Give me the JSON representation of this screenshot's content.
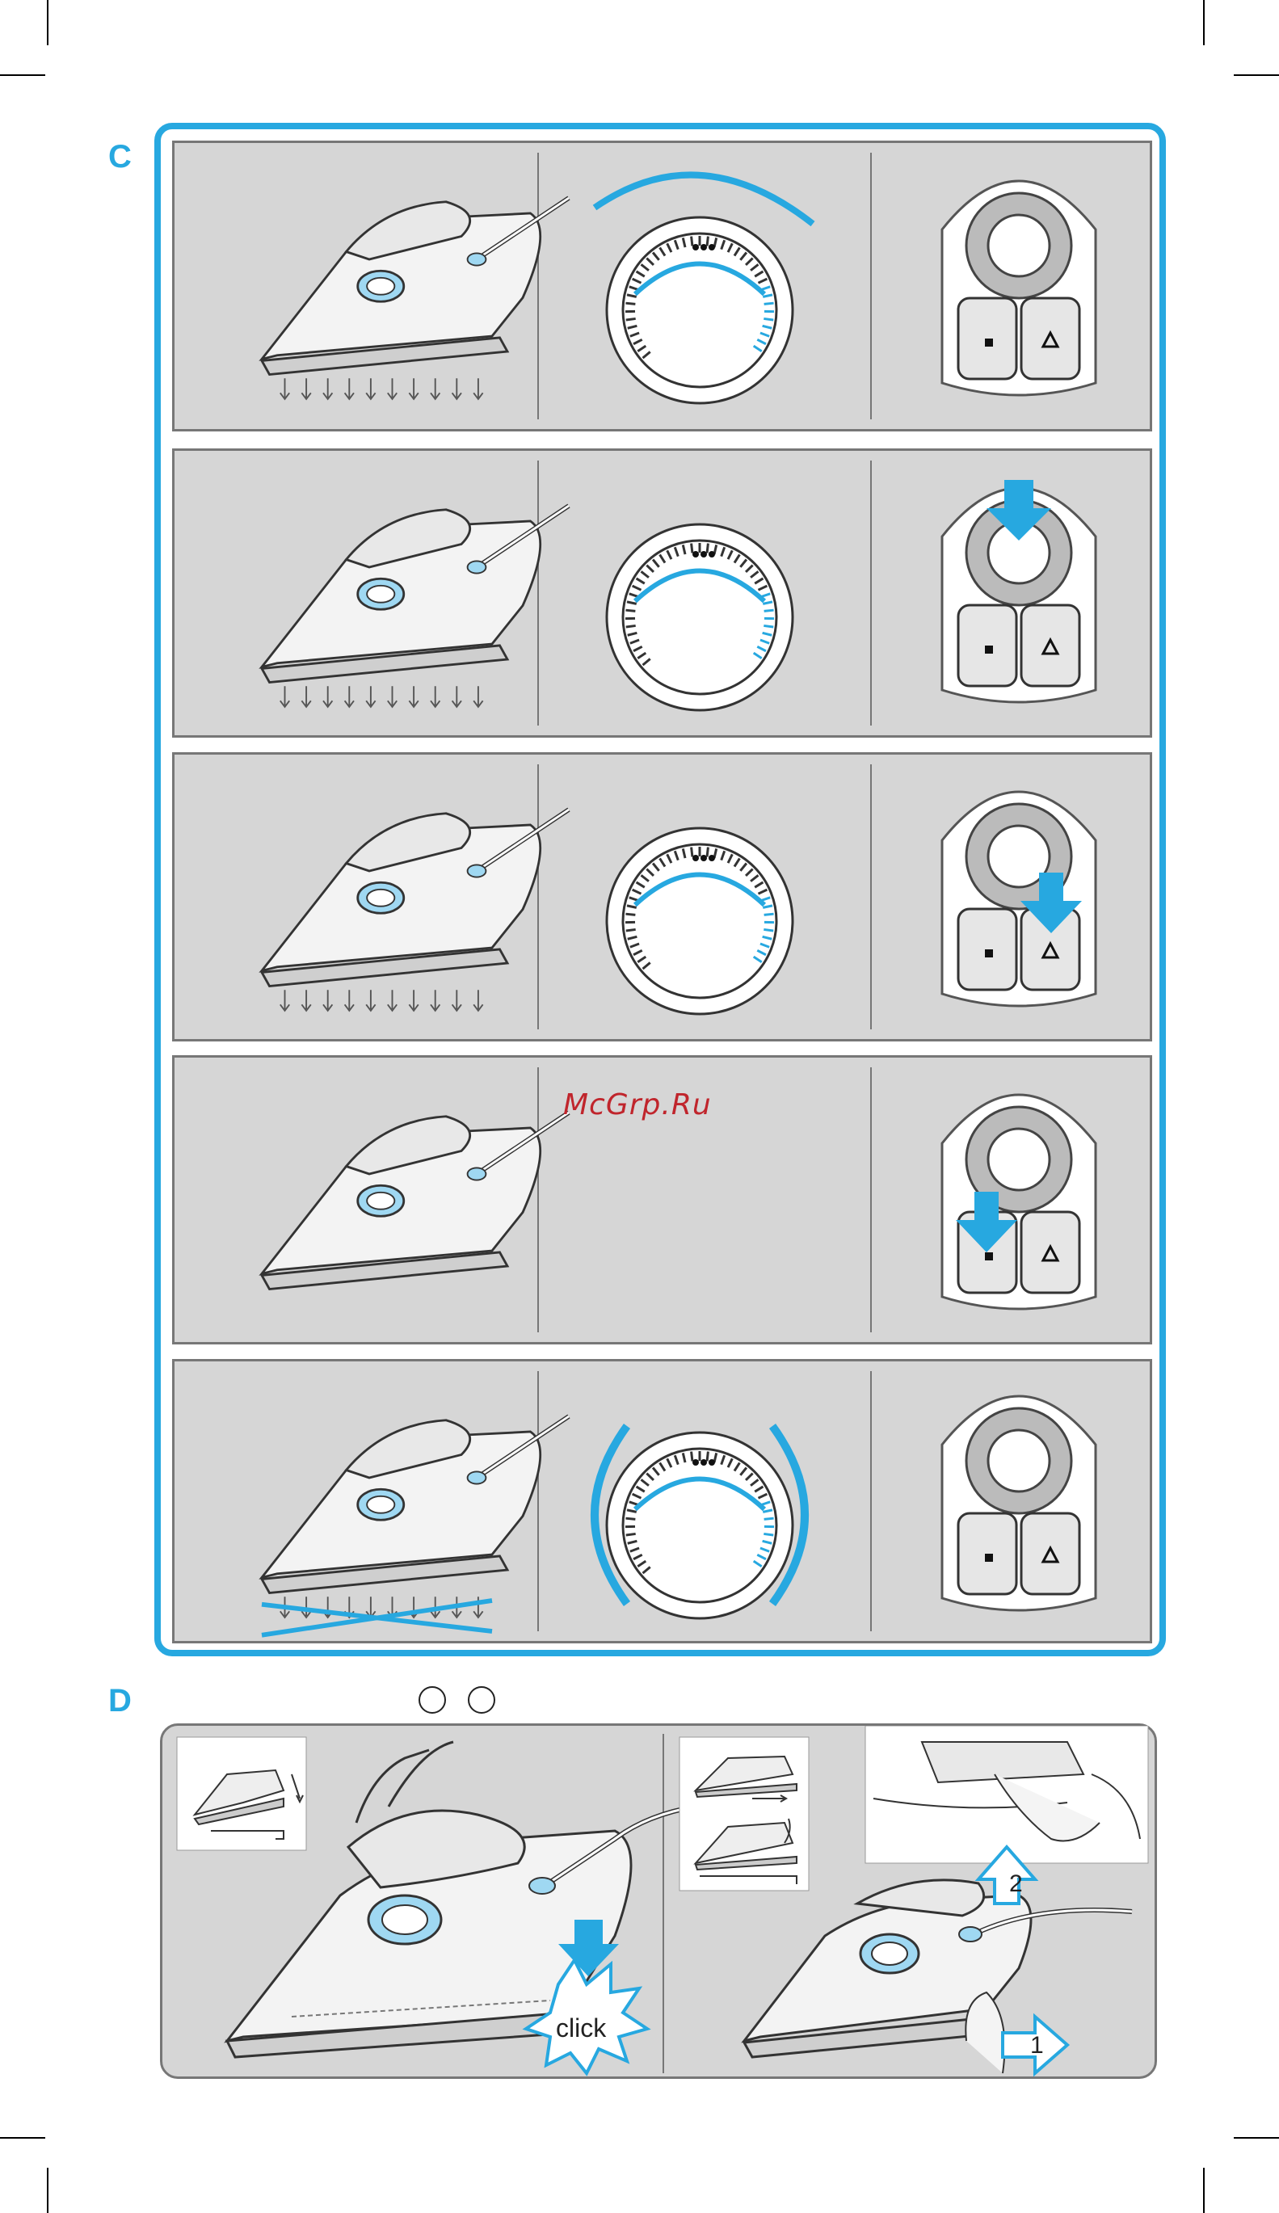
{
  "sections": {
    "c_label": "C",
    "d_label": "D"
  },
  "watermark": "McGrp.Ru",
  "panel_d": {
    "click_label": "click",
    "step_1": "1",
    "step_2": "2"
  },
  "colors": {
    "accent": "#27a8e0",
    "panel_bg": "#d6d6d6",
    "watermark": "#c0252c"
  },
  "icons": [
    "iron-icon",
    "dial-icon",
    "steam-control-icon",
    "arrow-icon",
    "steam-burst-icon",
    "spray-icon"
  ]
}
